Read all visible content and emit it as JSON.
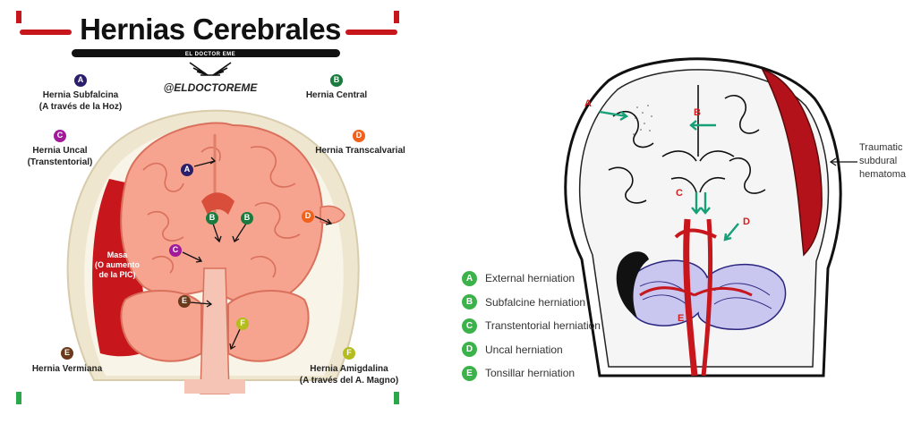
{
  "left": {
    "title": "Hernias Cerebrales",
    "brand": "EL DOCTOR EME",
    "handle": "@ELDOCTOREME",
    "labels": {
      "A": {
        "letter": "A",
        "line1": "Hernia Subfalcina",
        "line2": "(A través de la Hoz)"
      },
      "B": {
        "letter": "B",
        "line1": "Hernia Central"
      },
      "C": {
        "letter": "C",
        "line1": "Hernia Uncal",
        "line2": "(Transtentorial)"
      },
      "D": {
        "letter": "D",
        "line1": "Hernia Transcalvarial"
      },
      "E": {
        "letter": "E",
        "line1": "Hernia Vermiana"
      },
      "F": {
        "letter": "F",
        "line1": "Hernia Amigdalina",
        "line2": "(A través del A. Magno)"
      }
    },
    "mass": {
      "line1": "Masa",
      "line2": "(O aumento",
      "line3": "de la PIC)"
    },
    "colors": {
      "A": "#2b1f6b",
      "B": "#1b7a3e",
      "C": "#a01a9a",
      "D": "#f0611c",
      "E": "#6b3a1a",
      "F": "#b5bd1e"
    }
  },
  "right": {
    "legend": [
      {
        "letter": "A",
        "text": "External herniation"
      },
      {
        "letter": "B",
        "text": "Subfalcine herniation"
      },
      {
        "letter": "C",
        "text": "Transtentorial herniation"
      },
      {
        "letter": "D",
        "text": "Uncal herniation"
      },
      {
        "letter": "E",
        "text": "Tonsillar herniation"
      }
    ],
    "annotation": {
      "line1": "Traumatic",
      "line2": "subdural",
      "line3": "hematoma"
    },
    "figure_labels": {
      "A": "A",
      "B": "B",
      "C": "C",
      "D": "D",
      "E": "E"
    }
  }
}
